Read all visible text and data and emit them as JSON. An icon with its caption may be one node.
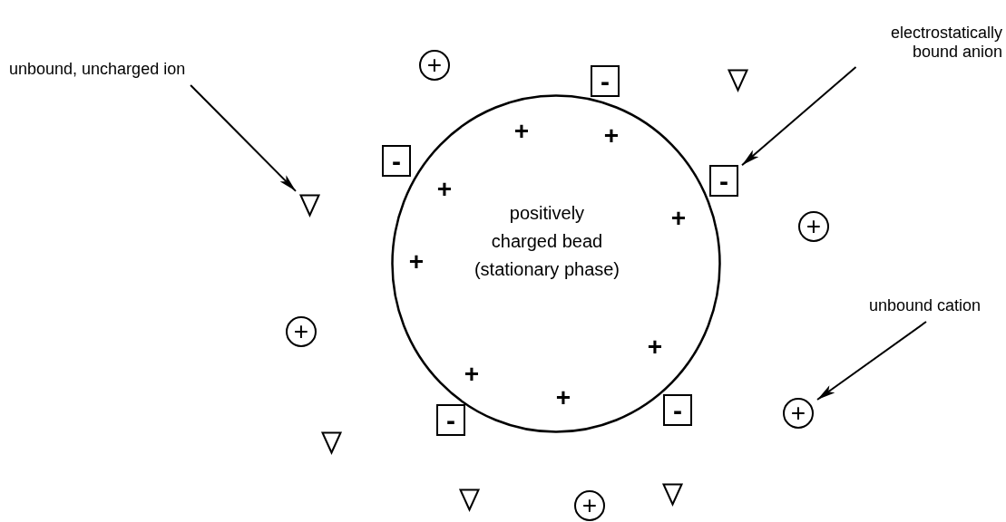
{
  "diagram": {
    "nodes": [
      {
        "text": [
          "electrostatically bound anion"
        ]
      },
      {
        "text": [
          "+"
        ]
      },
      {
        "text": [
          "unbound, uncharged ion"
        ]
      },
      {
        "text": [],
        "shape": "triangle"
      },
      {
        "text": [
          "-"
        ]
      },
      {
        "text": [
          "positively charged bead (stationary phase)"
        ]
      },
      {
        "text": [
          "-"
        ]
      },
      {
        "text": [
          "-"
        ]
      },
      {
        "text": [],
        "shape": "triangle"
      },
      {
        "text": [
          "+"
        ]
      },
      {
        "text": [
          "unbound cation"
        ]
      },
      {
        "text": [
          "+"
        ]
      },
      {
        "text": [
          "-"
        ]
      },
      {
        "text": [
          "+"
        ]
      },
      {
        "text": [
          "-"
        ]
      },
      {
        "text": [],
        "shape": "triangle"
      },
      {
        "text": [],
        "shape": "triangle"
      },
      {
        "text": [],
        "shape": "triangle"
      },
      {
        "text": [
          "+"
        ]
      }
    ],
    "edges": [
      {
        "from": 2,
        "to": 8,
        "arrow": "to"
      },
      {
        "from": 0,
        "to": 7,
        "arrow": "to"
      },
      {
        "from": 10,
        "to": 13,
        "arrow": "to"
      }
    ],
    "labels": [
      "+",
      "+",
      "+",
      "+",
      "+",
      "+",
      "+",
      "+"
    ]
  }
}
